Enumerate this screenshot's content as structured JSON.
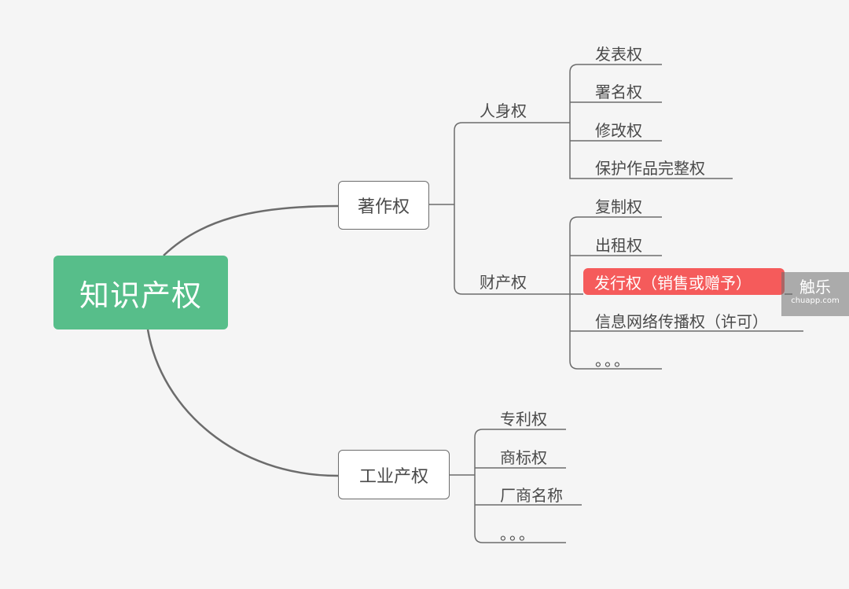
{
  "root": {
    "label": "知识产权",
    "color": "#57be8a"
  },
  "branches": {
    "copyright": {
      "label": "著作权",
      "personal": {
        "label": "人身权",
        "items": [
          "发表权",
          "署名权",
          "修改权",
          "保护作品完整权"
        ]
      },
      "property": {
        "label": "财产权",
        "items": [
          "复制权",
          "出租权",
          "发行权（销售或赠予）",
          "信息网络传播权（许可）",
          "。。。"
        ],
        "highlight_color": "#f55b5b"
      }
    },
    "industrial": {
      "label": "工业产权",
      "items": [
        "专利权",
        "商标权",
        "厂商名称",
        "。。。"
      ]
    }
  },
  "watermark": {
    "main": "触乐",
    "sub": "chuapp.com"
  },
  "line_color": "#6c6c6c"
}
